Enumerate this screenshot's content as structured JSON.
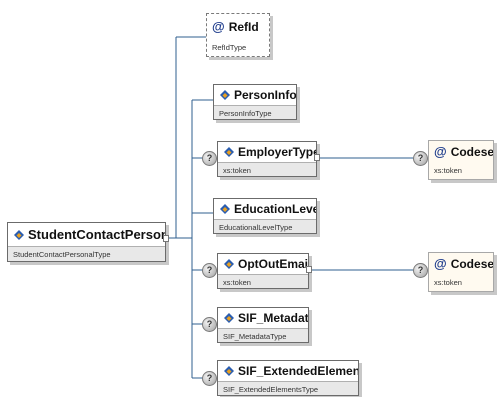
{
  "root": {
    "name": "StudentContactPersonal",
    "type": "StudentContactPersonalType"
  },
  "attributes": [
    {
      "name": "RefId",
      "type": "RefIdType"
    }
  ],
  "children": [
    {
      "name": "PersonInfo",
      "type": "PersonInfoType",
      "optional": false
    },
    {
      "name": "EmployerType",
      "type": "xs:token",
      "optional": true
    },
    {
      "name": "EducationLevel",
      "type": "EducationalLevelType",
      "optional": false
    },
    {
      "name": "OptOutEmail",
      "type": "xs:token",
      "optional": true
    },
    {
      "name": "SIF_Metadata",
      "type": "SIF_MetadataType",
      "optional": true
    },
    {
      "name": "SIF_ExtendedElements",
      "type": "SIF_ExtendedElementsType",
      "optional": true
    }
  ],
  "child_attributes": [
    {
      "parent": "EmployerType",
      "name": "Codeset",
      "type": "xs:token"
    },
    {
      "parent": "OptOutEmail",
      "name": "Codeset",
      "type": "xs:token"
    }
  ],
  "optional_marker": "?",
  "attribute_marker": "@",
  "icons": {
    "element": "element-diamond-icon",
    "attribute": "attribute-at-icon",
    "optional": "optional-question-icon"
  },
  "colors": {
    "connector": "#2f5f8f",
    "element_icon_blue": "#2a5db0",
    "element_icon_orange": "#e8a020",
    "attribute_marker": "#1e3c8c"
  }
}
